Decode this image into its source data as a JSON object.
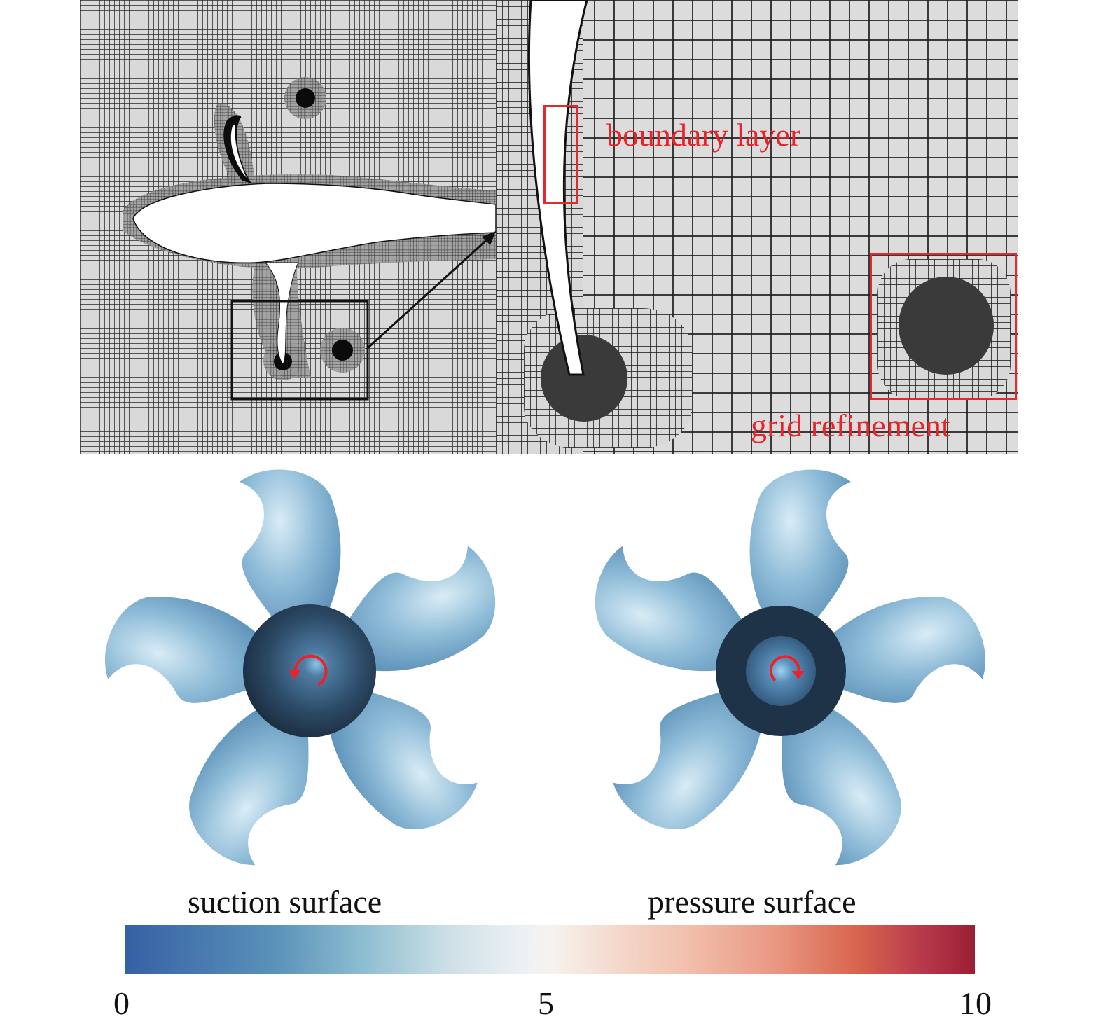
{
  "figure": {
    "top_left_panel": {
      "title": "",
      "description": "Overset Cartesian mesh around a hydrofoil with flap and vortex cores; black zoom box with arrow pointing to right panel"
    },
    "top_right_panel": {
      "labels": {
        "boundary_layer": "boundary layer",
        "grid_refinement": "grid refinement"
      }
    },
    "propellers": {
      "left_caption": "suction surface",
      "right_caption": "pressure surface",
      "left_rotation": "counter-clockwise",
      "right_rotation": "clockwise",
      "blade_count": 5
    },
    "colorbar": {
      "min_label": "0",
      "mid_label": "5",
      "max_label": "10",
      "colors": [
        "#3660a5",
        "#5b93ba",
        "#8dbdd0",
        "#cde0e6",
        "#f6f3ef",
        "#f2c0ad",
        "#d8664f",
        "#9b1f33"
      ]
    },
    "accent_color": "#e8232b"
  }
}
